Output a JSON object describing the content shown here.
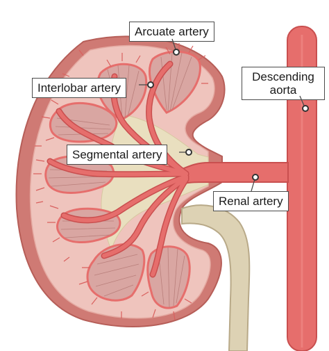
{
  "labels": {
    "arcuate": "Arcuate artery",
    "interlobar": "Interlobar artery",
    "segmental": "Segmental artery",
    "aorta_line1": "Descending",
    "aorta_line2": "aorta",
    "renal": "Renal artery"
  },
  "colors": {
    "capsule": "#cf7a74",
    "cortex": "#efc4bd",
    "sinus_fat": "#e9dfbf",
    "pyramid": "#d9a6a2",
    "pyramid_stripe": "#b97f7b",
    "artery": "#e66e6c",
    "artery_dark": "#c94f4f",
    "ureter": "#ddd2b4",
    "ureter_edge": "#b8a988"
  }
}
